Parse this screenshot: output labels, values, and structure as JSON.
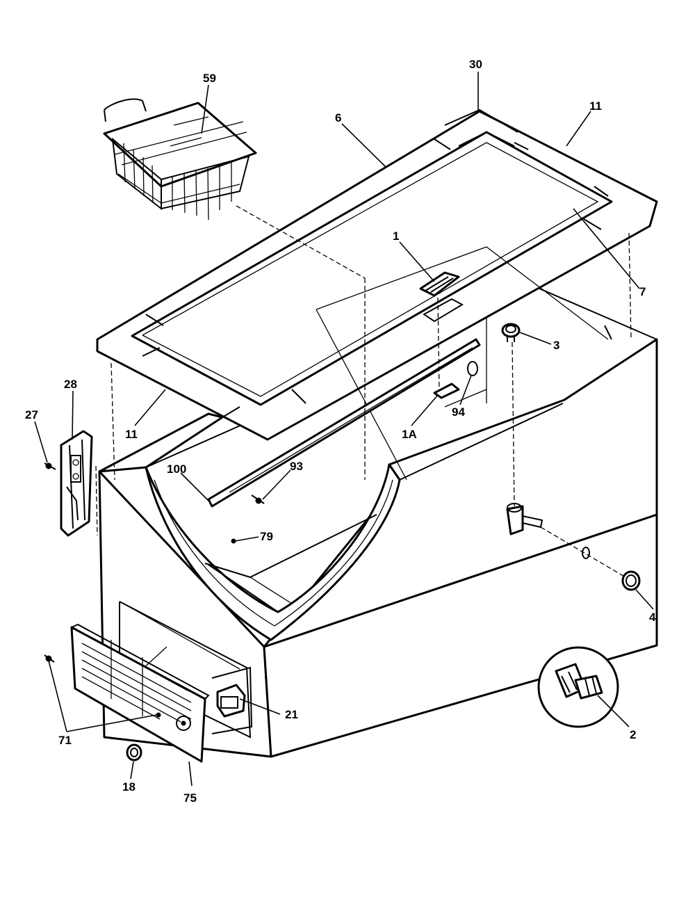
{
  "diagram": {
    "callouts": {
      "c30": "30",
      "c59": "59",
      "c6": "6",
      "c11_top": "11",
      "c1": "1",
      "c7": "7",
      "c3": "3",
      "c28": "28",
      "c27": "27",
      "c11_left": "11",
      "c94": "94",
      "c1A": "1A",
      "c100": "100",
      "c93": "93",
      "c79": "79",
      "c4": "4",
      "c2": "2",
      "c21": "21",
      "c71": "71",
      "c18": "18",
      "c75": "75"
    }
  }
}
